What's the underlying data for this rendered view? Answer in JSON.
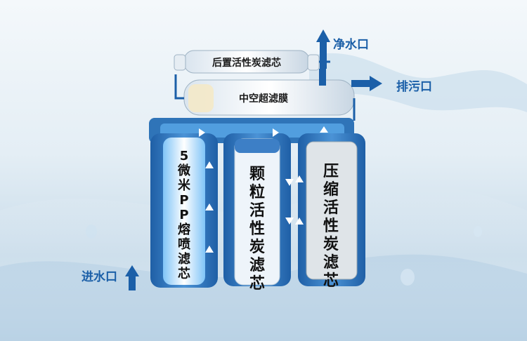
{
  "labels": {
    "clean_water_outlet": "净水口",
    "waste_outlet": "排污口",
    "water_inlet": "进水口",
    "post_carbon_filter": "后置活性炭滤芯",
    "uf_membrane": "中空超滤膜",
    "pp_filter": "5微米PP熔喷滤芯",
    "granular_carbon_filter": "颗粒活性炭滤芯",
    "compressed_carbon_filter": "压缩活性炭滤芯"
  },
  "colors": {
    "flow_arrow": "#1b5fa8",
    "frame": "#2f74b8",
    "text_accent": "#1b5fa8",
    "canister_highlight": "#5fb0ef"
  },
  "icons": [
    "arrow-up-icon",
    "arrow-right-icon"
  ]
}
